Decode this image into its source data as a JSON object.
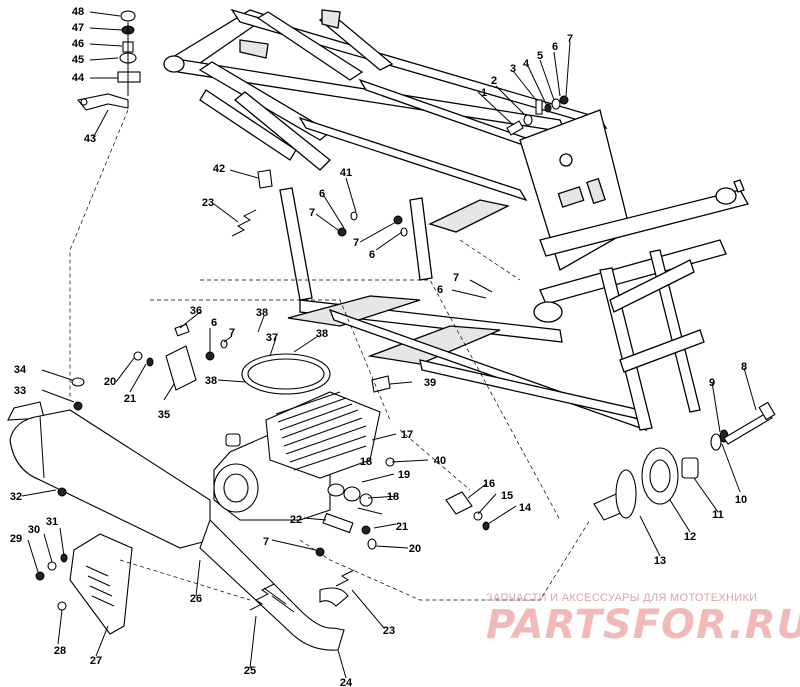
{
  "callouts": [
    "1",
    "2",
    "3",
    "4",
    "5",
    "6",
    "7",
    "8",
    "9",
    "10",
    "11",
    "12",
    "13",
    "14",
    "15",
    "16",
    "17",
    "18",
    "19",
    "20",
    "21",
    "22",
    "23",
    "24",
    "25",
    "26",
    "27",
    "28",
    "29",
    "30",
    "31",
    "32",
    "33",
    "34",
    "35",
    "36",
    "37",
    "38",
    "39",
    "40",
    "41",
    "42",
    "43",
    "44",
    "45",
    "46",
    "47",
    "48"
  ],
  "callouts_repeated": {
    "6": "6",
    "7": "7",
    "18": "18",
    "20": "20",
    "21": "21",
    "23": "23",
    "38": "38"
  },
  "watermark": {
    "caption": "ЗАПЧАСТИ И АКСЕССУАРЫ ДЛЯ МОТОТЕХНИКИ",
    "brand": "PARTSFOR.RU"
  }
}
